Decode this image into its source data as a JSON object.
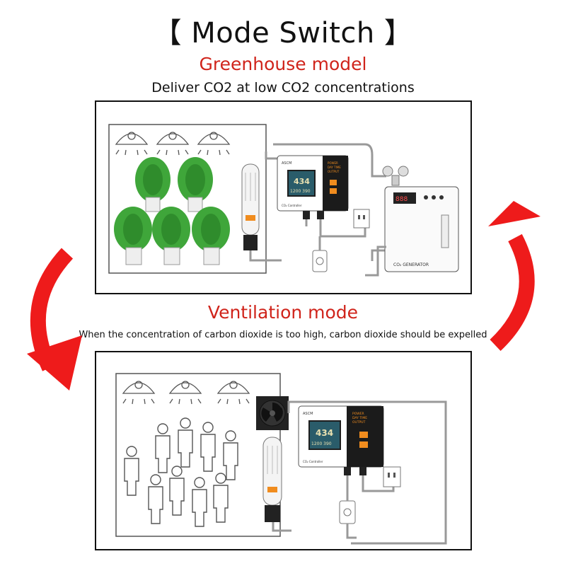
{
  "title": "【 Mode Switch 】",
  "greenhouse": {
    "heading": "Greenhouse model",
    "description": "Deliver CO2 at low CO2 concentrations",
    "controller": {
      "brand": "ASCM",
      "menu": [
        "POWER",
        "DAY TIME",
        "OUTPUT"
      ],
      "reading_main": "434",
      "reading_sub": "1200 390",
      "label": "CO₂ Controller"
    },
    "generator": {
      "display": "888",
      "label": "CO₂ GENERATOR"
    }
  },
  "ventilation": {
    "heading": "Ventilation mode",
    "description": "When the concentration of carbon dioxide is too high, carbon dioxide should be expelled",
    "controller": {
      "brand": "ASCM",
      "menu": [
        "POWER",
        "DAY TIME",
        "OUTPUT"
      ],
      "reading_main": "434",
      "reading_sub": "1200 390",
      "label": "CO₂ Controller"
    }
  },
  "colors": {
    "accent_red": "#d0241b",
    "arrow_red": "#ee1b1b",
    "plant_green": "#3fa63a"
  },
  "icons": [
    "lamp-icon",
    "plant-icon",
    "person-icon",
    "fan-icon",
    "sensor-icon",
    "outlet-icon",
    "plug-icon",
    "valve-icon",
    "refresh-arrow-icon"
  ]
}
